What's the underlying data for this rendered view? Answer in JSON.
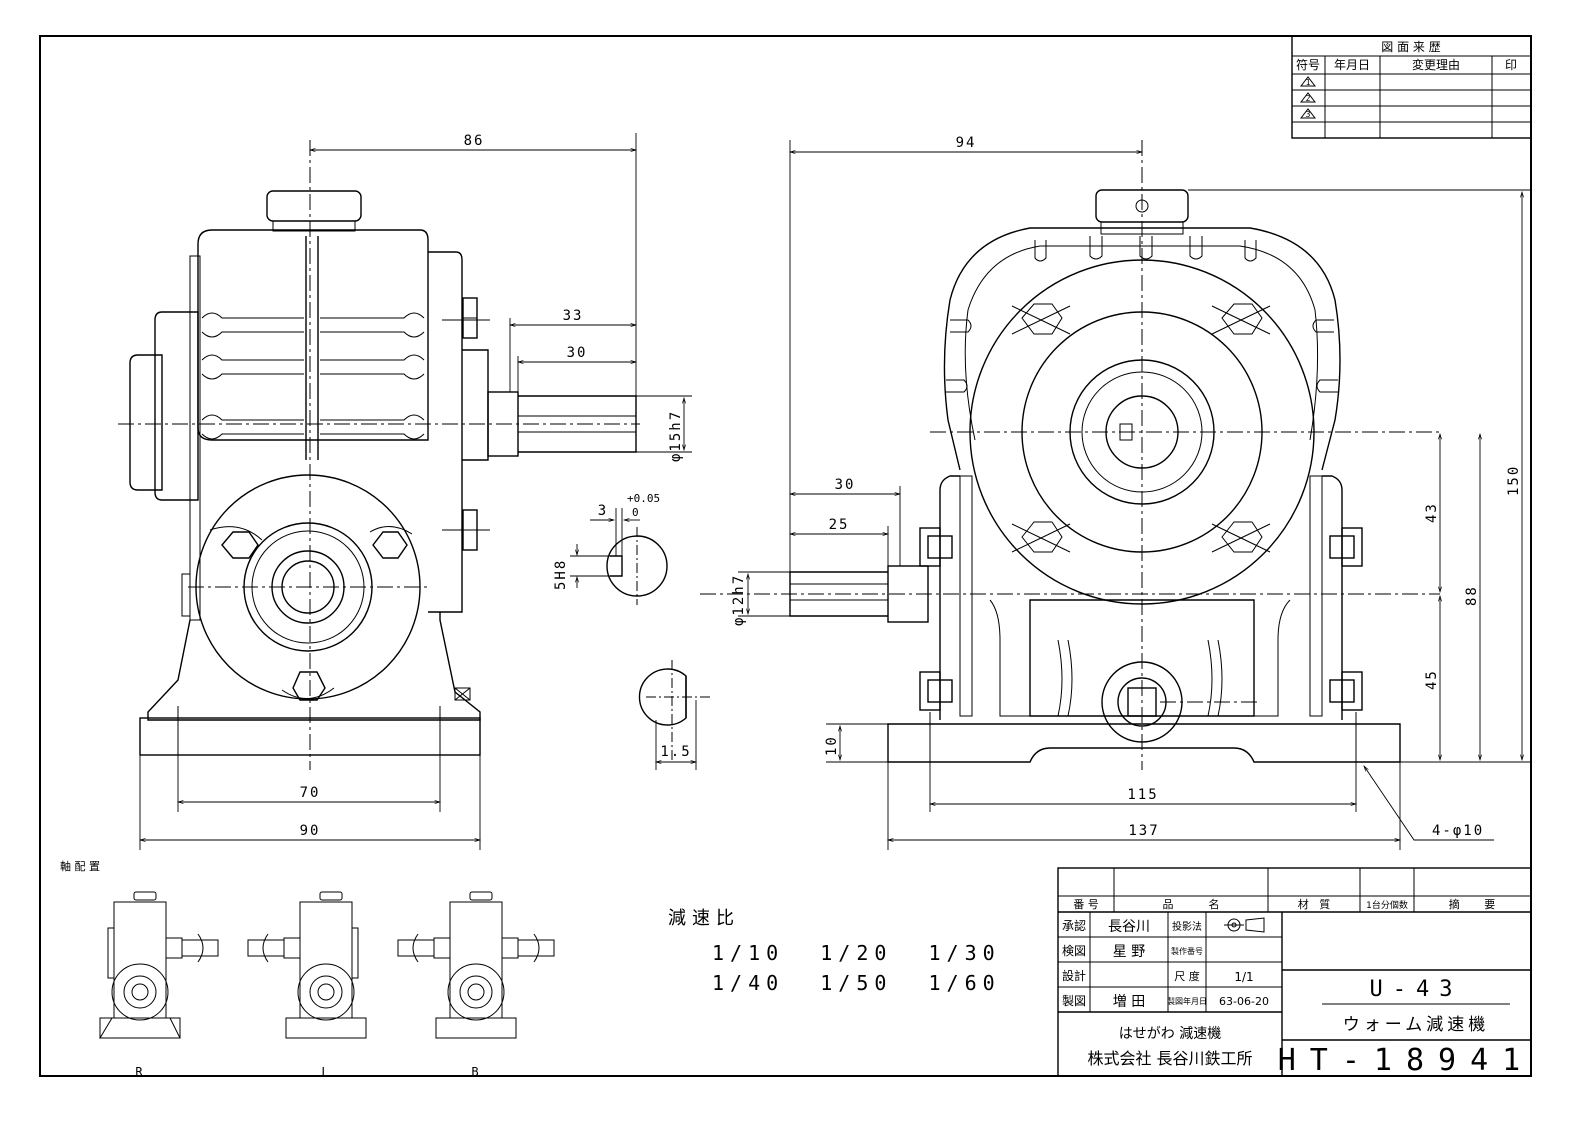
{
  "revision_table": {
    "title": "図 面 来 歴",
    "headers": [
      "符号",
      "年月日",
      "変更理由",
      "印"
    ],
    "symbols": [
      "1",
      "2",
      "3"
    ]
  },
  "dimensions": {
    "side_top_width": "86",
    "shaft_len_33": "33",
    "shaft_len_30": "30",
    "shaft_dia_15": "φ15h7",
    "base_inner_70": "70",
    "base_outer_90": "90",
    "front_top_width": "94",
    "front_shaft_30": "30",
    "front_shaft_25": "25",
    "front_shaft_dia_12": "φ12h7",
    "height_150": "150",
    "height_88": "88",
    "height_43": "43",
    "height_45": "45",
    "base_thick_10": "10",
    "base_115": "115",
    "base_137": "137",
    "holes": "4-φ10",
    "key_width_3": "3",
    "key_tol": "+0.05",
    "key_tol_0": "0",
    "key_depth": "5H8",
    "flat_depth": "1.5"
  },
  "shaft_arrangement": {
    "title": "軸 配 置",
    "labels": [
      "R",
      "L",
      "B"
    ]
  },
  "reduction_ratio": {
    "title": "減速比",
    "row1": "1/10  1/20  1/30",
    "row2": "1/40  1/50  1/60"
  },
  "title_block": {
    "headers": {
      "number": "番 号",
      "part_name": "品          名",
      "material": "材   質",
      "qty": "1台分個数",
      "remarks": "摘       要"
    },
    "approved_label": "承認",
    "approved": "長谷川",
    "checked_label": "検図",
    "checked": "星 野",
    "designed_label": "設計",
    "designed": "",
    "drawn_label": "製図",
    "drawn": "増 田",
    "projection_label": "投影法",
    "product_no_label": "製作番号",
    "scale_label": "尺 度",
    "scale": "1/1",
    "date_label": "製図年月日",
    "date": "63-06-20",
    "brand": "はせがわ 減速機",
    "company": "株式会社 長谷川鉄工所",
    "model": "U-43",
    "product_name": "ウォーム減速機",
    "drawing_no": "HT-18941"
  }
}
